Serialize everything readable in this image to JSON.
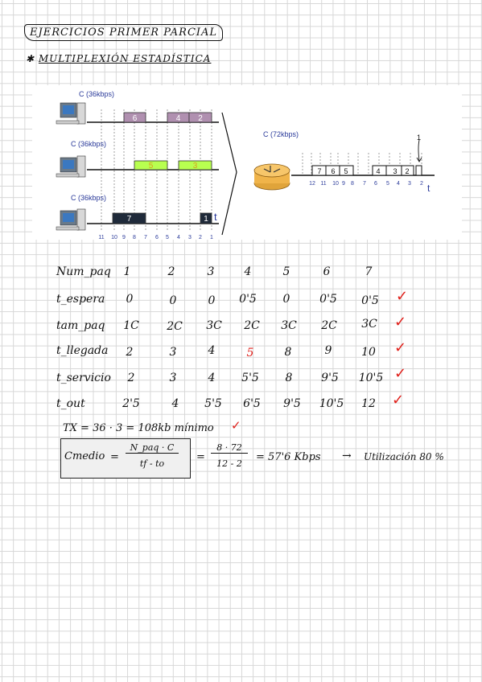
{
  "header": {
    "title": "EJERCICIOS PRIMER PARCIAL",
    "bullet": "✱",
    "subtitle": "MULTIPLEXIÓN ESTADÍSTICA"
  },
  "diagram": {
    "sources": [
      {
        "capacity": "C (36kbps)",
        "blocks": [
          "6",
          "4",
          "2"
        ]
      },
      {
        "capacity": "C (36kbps)",
        "blocks": [
          "5",
          "3"
        ]
      },
      {
        "capacity": "C (36kbps)",
        "blocks": [
          "7",
          "1"
        ]
      }
    ],
    "source_ticks": [
      "11",
      "10",
      "9",
      "8",
      "7",
      "6",
      "5",
      "4",
      "3",
      "2",
      "1"
    ],
    "time_label": "t",
    "output": {
      "capacity": "C (72kbps)",
      "blocks": [
        "7",
        "6",
        "5",
        "4",
        "3",
        "2",
        "1"
      ],
      "ticks": [
        "12",
        "11",
        "10",
        "9",
        "8",
        "7",
        "6",
        "5",
        "4",
        "3",
        "2"
      ],
      "time_label": "t"
    }
  },
  "table": {
    "rows": [
      {
        "label": "Num_paq",
        "values": [
          "1",
          "2",
          "3",
          "4",
          "5",
          "6",
          "7"
        ],
        "checked": false
      },
      {
        "label": "t_espera",
        "values": [
          "0",
          "0",
          "0",
          "0'5",
          "0",
          "0'5",
          "0'5"
        ],
        "checked": true
      },
      {
        "label": "tam_paq",
        "values": [
          "1C",
          "2C",
          "3C",
          "2C",
          "3C",
          "2C",
          "3C"
        ],
        "checked": true
      },
      {
        "label": "t_llegada",
        "values": [
          "2",
          "3",
          "4",
          "5",
          "8",
          "9",
          "10"
        ],
        "checked": true
      },
      {
        "label": "t_servicio",
        "values": [
          "2",
          "3",
          "4",
          "5'5",
          "8",
          "9'5",
          "10'5"
        ],
        "checked": true
      },
      {
        "label": "t_out",
        "values": [
          "2'5",
          "4",
          "5'5",
          "6'5",
          "9'5",
          "10'5",
          "12"
        ],
        "checked": true
      }
    ],
    "check_mark": "✓"
  },
  "tx_line": "TX = 36 · 3 = 108kb mínimo",
  "formula": {
    "lhs": "Cmedio",
    "eq": "=",
    "num": "N_paq · C",
    "den": "tf - to",
    "eq2": "=",
    "num2": "8 · 72",
    "den2": "12 - 2",
    "result": "= 57'6 Kbps",
    "arrow": "→",
    "utilization": "Utilización 80 %"
  },
  "colors": {
    "block_purple": "#b090b0",
    "block_green": "#b8ff50",
    "block_dark": "#1f2a3a",
    "diagram_blue": "#2a3a9a",
    "check_red": "#e0201b",
    "highlight_red": "#e0201b"
  }
}
